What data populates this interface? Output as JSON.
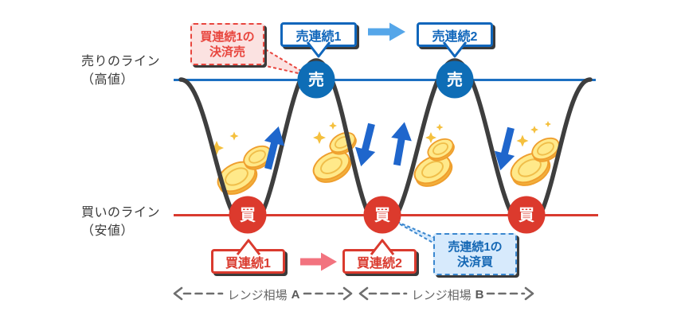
{
  "axis_labels": {
    "sell_line": {
      "line1": "売りのライン",
      "line2": "（高値）"
    },
    "buy_line": {
      "line1": "買いのライン",
      "line2": "（安値）"
    }
  },
  "markers": {
    "sell": "売",
    "buy": "買"
  },
  "callouts": {
    "settlement_sell": {
      "line1": "買連続1の",
      "line2": "決済売"
    },
    "sell_streak_1": "売連続1",
    "sell_streak_2": "売連続2",
    "buy_streak_1": "買連続1",
    "buy_streak_2": "買連続2",
    "settlement_buy": {
      "line1": "売連続1の",
      "line2": "決済買"
    }
  },
  "ranges": {
    "a": {
      "label": "レンジ相場",
      "letter": "A"
    },
    "b": {
      "label": "レンジ相場",
      "letter": "B"
    }
  },
  "icons": {
    "coins": "gold-coins-icon",
    "sparkle": "sparkle-icon",
    "up_arrow": "up-trend-arrow-icon",
    "down_arrow": "down-trend-arrow-icon",
    "next_arrow_sell": "next-step-arrow-blue-icon",
    "next_arrow_buy": "next-step-arrow-pink-icon"
  },
  "colors": {
    "sell_marker_blue": "#0e6db6",
    "sell_line_blue": "#1c70c2",
    "buy_marker_red": "#dc3a2d",
    "buy_line_red": "#d93a2f",
    "wave_gray": "#3e3e3e",
    "trend_arrow_blue": "#1f66cc",
    "next_arrow_blue": "#55a6e9",
    "next_arrow_pink": "#f2737f",
    "coin_gold": "#ffe98a",
    "callout_pink_bg": "#fbe2e1",
    "callout_blue_bg": "#d7eafc",
    "text_dark": "#3a3a3a",
    "range_gray": "#666666"
  }
}
